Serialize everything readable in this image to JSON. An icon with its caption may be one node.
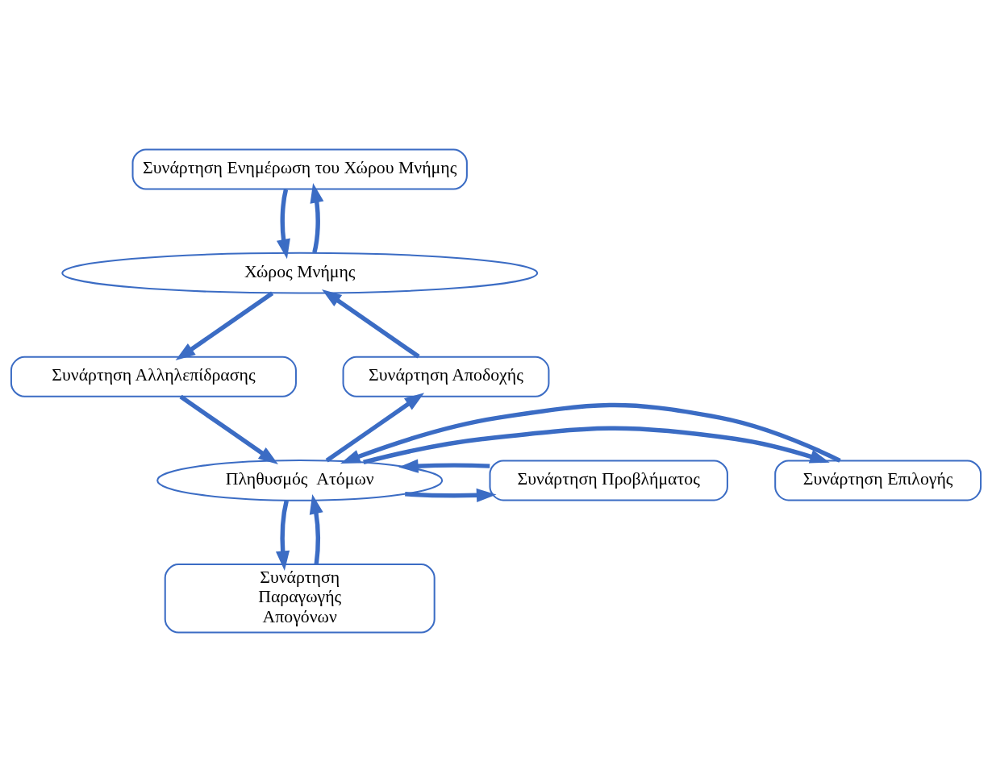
{
  "diagram": {
    "nodes": [
      {
        "text": [
          "Συνάρτηση Ενημέρωση του Χώρου Μνήμης"
        ]
      },
      {
        "text": [
          "Χώρος Μνήμης"
        ]
      },
      {
        "text": [
          "Συνάρτηση Αποδοχής"
        ]
      },
      {
        "text": [
          "Συνάρτηση Αλληλεπίδρασης"
        ]
      },
      {
        "text": [
          "Συνάρτηση Επιλογής"
        ]
      },
      {
        "text": [
          "Πληθυσμός  Ατόμων"
        ]
      },
      {
        "text": [
          "Συνάρτηση Προβλήματος"
        ]
      },
      {
        "text": [
          "Συνάρτηση Παραγωγής Απογόνων"
        ]
      }
    ],
    "edges": [
      {
        "from": 1,
        "to": 0,
        "arrow": "to"
      },
      {
        "from": 0,
        "to": 1,
        "arrow": "to"
      },
      {
        "from": 2,
        "to": 1,
        "arrow": "to"
      },
      {
        "from": 1,
        "to": 3,
        "arrow": "to"
      },
      {
        "from": 5,
        "to": 2,
        "arrow": "to"
      },
      {
        "from": 3,
        "to": 5,
        "arrow": "to"
      },
      {
        "from": 5,
        "to": 4,
        "arrow": "to"
      },
      {
        "from": 4,
        "to": 5,
        "arrow": "to"
      },
      {
        "from": 5,
        "to": 6,
        "arrow": "to"
      },
      {
        "from": 6,
        "to": 5,
        "arrow": "to"
      },
      {
        "from": 5,
        "to": 7,
        "arrow": "to"
      },
      {
        "from": 7,
        "to": 5,
        "arrow": "to"
      }
    ]
  }
}
